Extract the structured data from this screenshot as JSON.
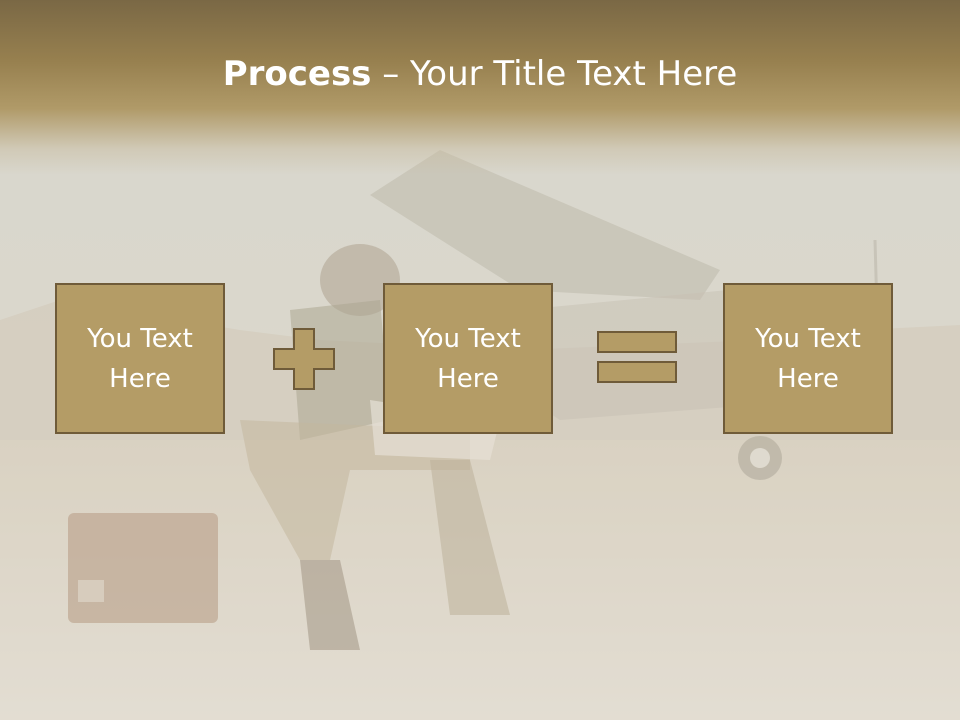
{
  "slide": {
    "title_bold": "Process",
    "title_rest": " – Your Title Text Here",
    "boxes": [
      {
        "text": "You Text\nHere"
      },
      {
        "text": "You Text\nHere"
      },
      {
        "text": "You Text\nHere"
      }
    ],
    "operators": [
      "plus-icon",
      "equals-icon"
    ]
  },
  "colors": {
    "box_fill": "#b49c66",
    "box_border": "#6f5b39",
    "title_band": "#8e7a4d",
    "text": "#ffffff"
  }
}
